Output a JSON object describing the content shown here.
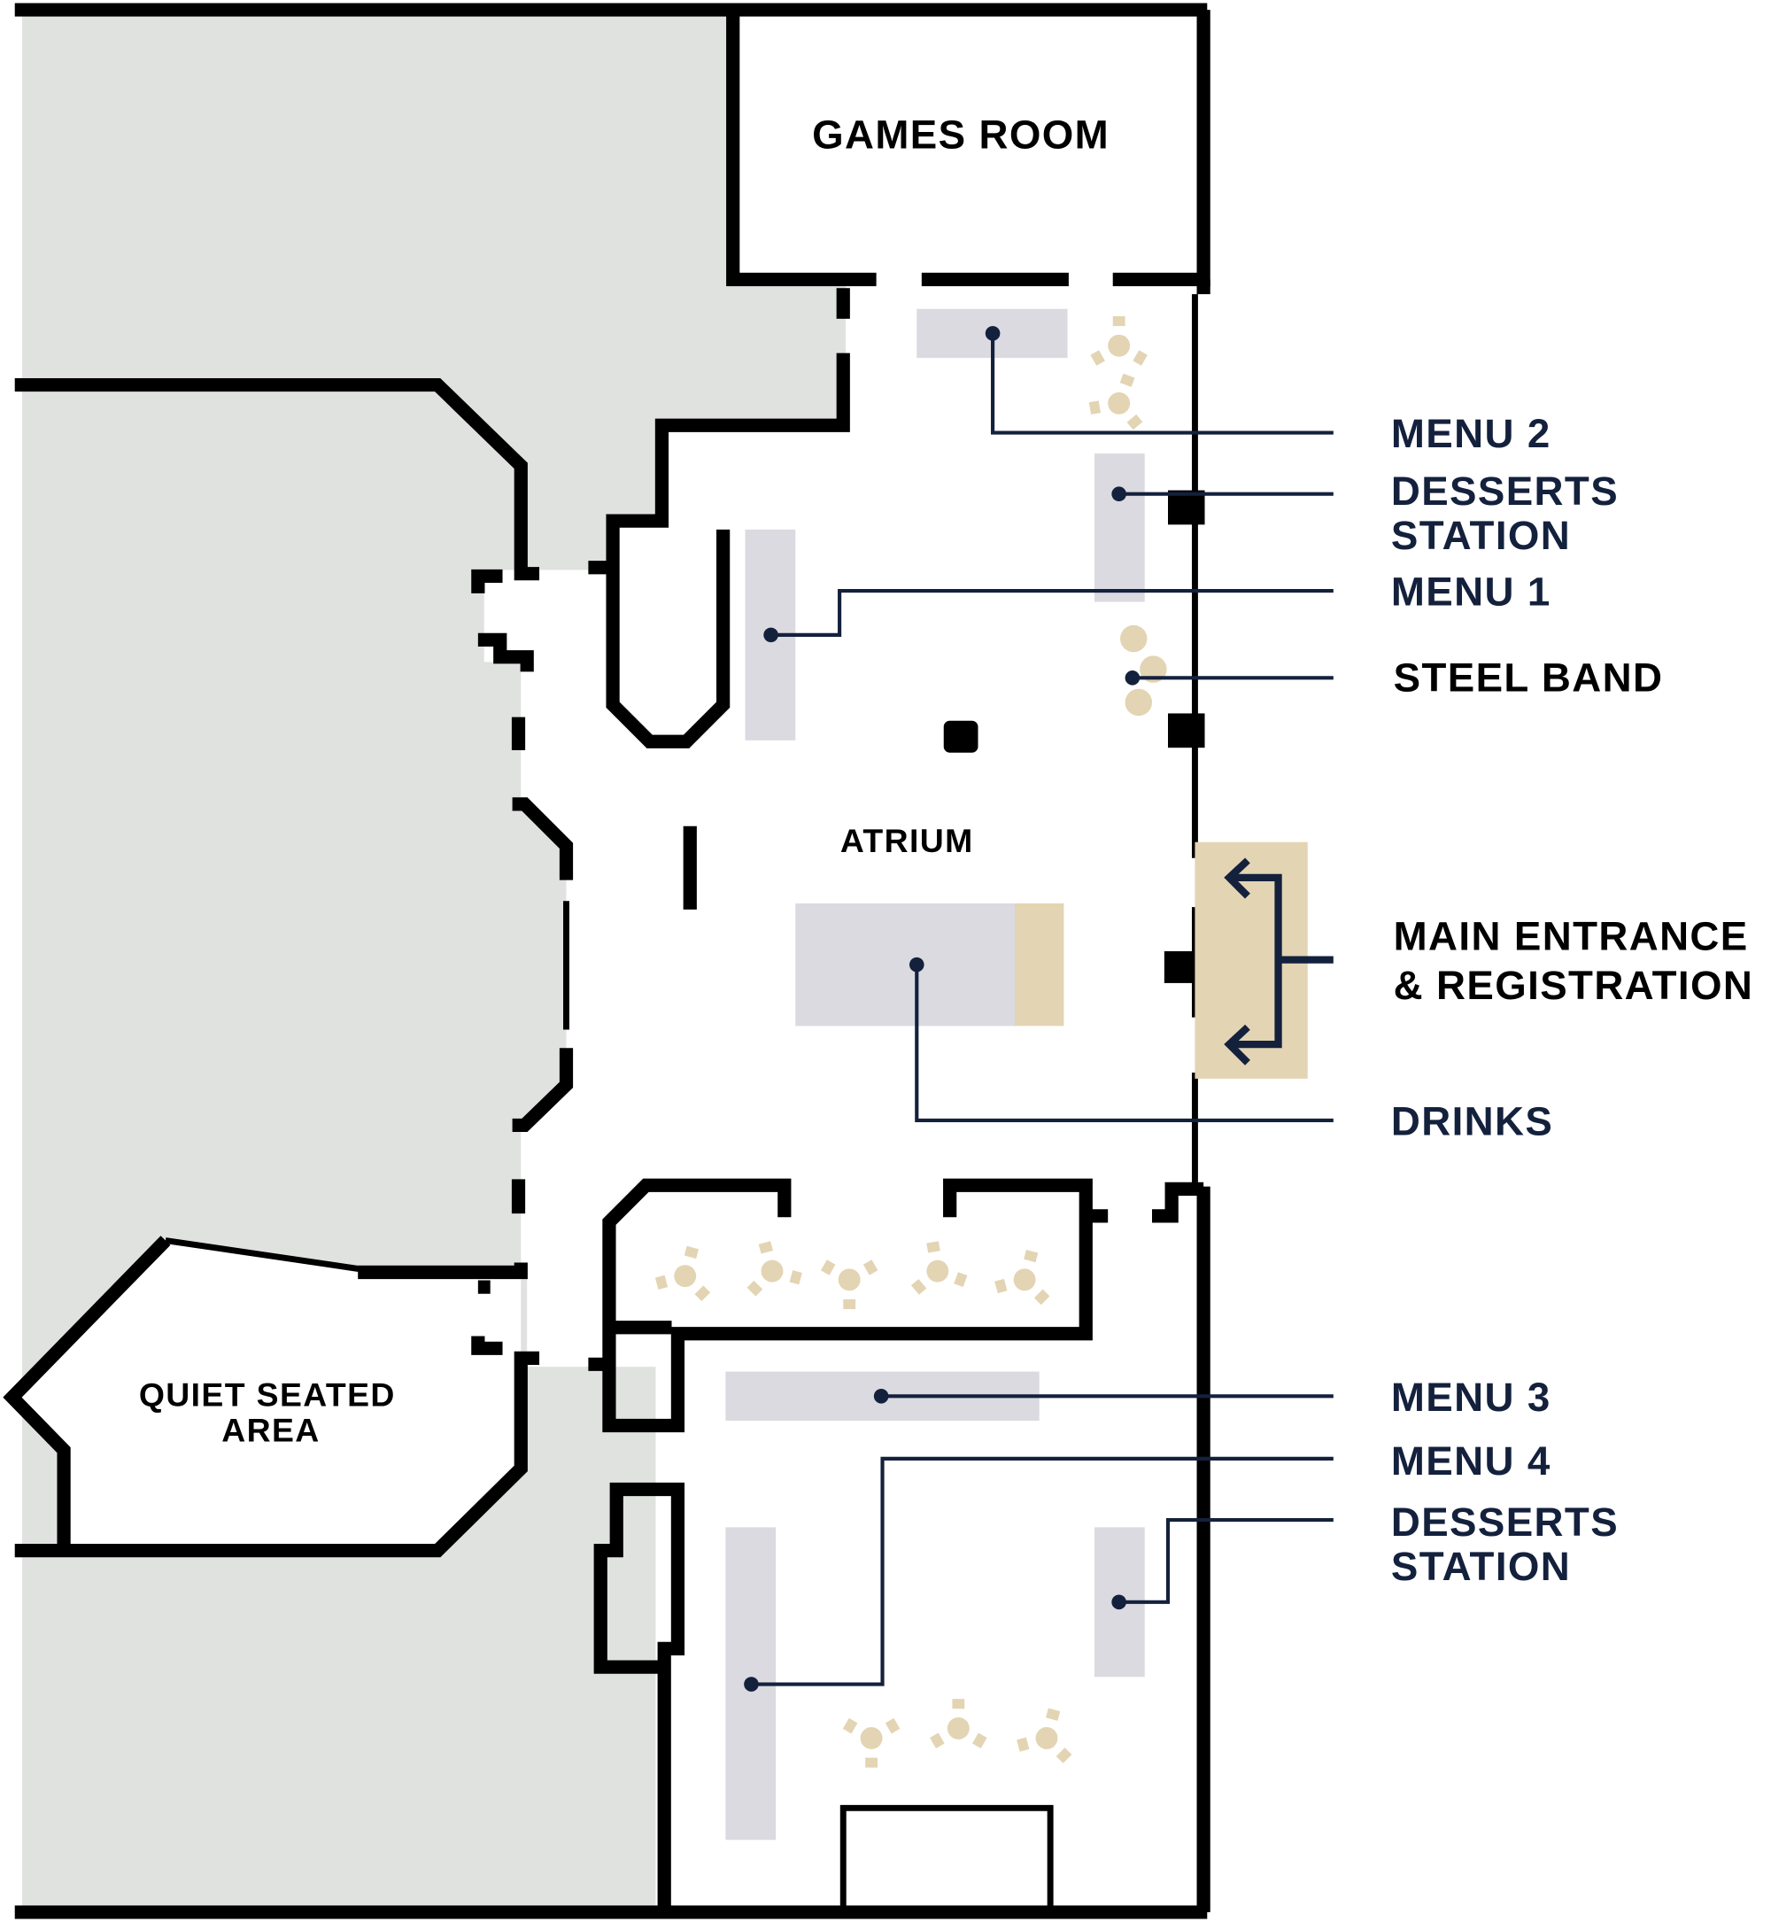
{
  "map": {
    "rooms": {
      "games_room": "GAMES ROOM",
      "atrium": "ATRIUM",
      "quiet_area_line1": "QUIET SEATED",
      "quiet_area_line2": "AREA"
    },
    "legend": {
      "menu2": "MENU 2",
      "desserts1_line1": "DESSERTS",
      "desserts1_line2": "STATION",
      "menu1": "MENU 1",
      "steel_band": "STEEL BAND",
      "entrance_line1": "MAIN ENTRANCE",
      "entrance_line2": "& REGISTRATION",
      "drinks": "DRINKS",
      "menu3": "MENU 3",
      "menu4": "MENU 4",
      "desserts2_line1": "DESSERTS",
      "desserts2_line2": "STATION"
    },
    "colors": {
      "navy": "#14213d",
      "tan": "#e3d4b3",
      "table_gray": "#dadae0",
      "outside_gray": "#e0e2e0"
    }
  }
}
